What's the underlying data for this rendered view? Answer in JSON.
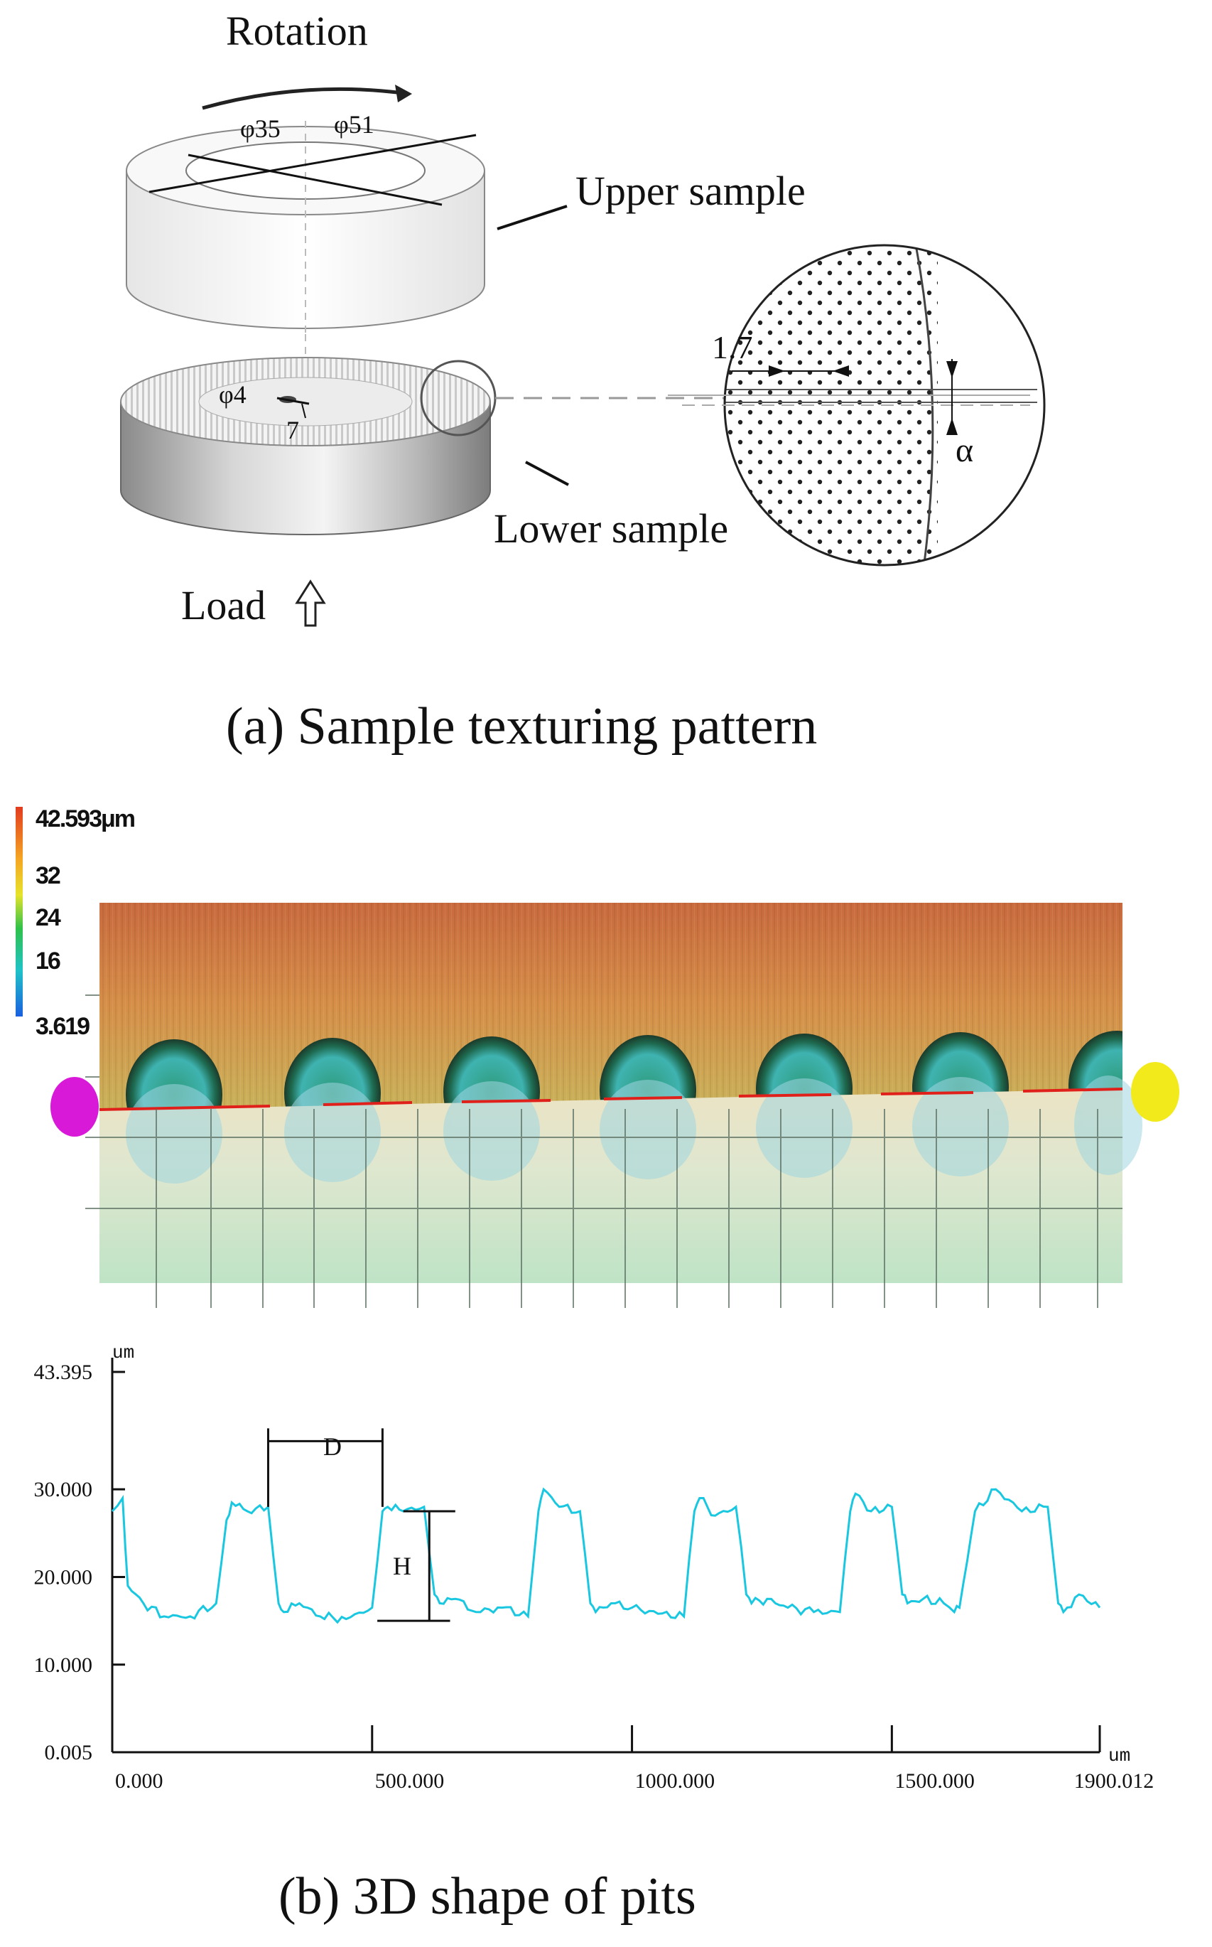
{
  "panel_a": {
    "rotation_label": "Rotation",
    "phi35": "φ35",
    "phi51": "φ51",
    "upper_sample": "Upper sample",
    "lower_sample": "Lower sample",
    "phi4": "φ4",
    "dim7": "7",
    "dim17": "1.7",
    "alpha": "α",
    "load": "Load",
    "load_arrow": "⇧",
    "caption": "(a)  Sample texturing pattern"
  },
  "panel_b": {
    "colorbar": {
      "max": "42.593μm",
      "t32": "32",
      "t24": "24",
      "t16": "16",
      "min": "3.619"
    },
    "profile_unit_y": "um",
    "profile_unit_x": "um",
    "label_D": "D",
    "label_H": "H",
    "caption": "(b)  3D shape of pits"
  },
  "chart_data": {
    "type": "line",
    "title": "",
    "xlabel": "um",
    "ylabel": "um",
    "xlim": [
      0,
      1900.012
    ],
    "ylim": [
      0.005,
      43.395
    ],
    "x_ticks": [
      "0.000",
      "500.000",
      "1000.000",
      "1500.000",
      "1900.012"
    ],
    "y_ticks": [
      "0.005",
      "10.000",
      "20.000",
      "30.000",
      "43.395"
    ],
    "series": [
      {
        "color": "#19c8e0",
        "x": [
          0,
          20,
          30,
          60,
          100,
          150,
          200,
          220,
          230,
          260,
          300,
          320,
          330,
          360,
          400,
          450,
          500,
          520,
          530,
          560,
          600,
          620,
          630,
          660,
          700,
          750,
          800,
          820,
          830,
          860,
          900,
          920,
          930,
          960,
          1000,
          1050,
          1100,
          1120,
          1130,
          1160,
          1200,
          1220,
          1230,
          1260,
          1300,
          1350,
          1400,
          1420,
          1430,
          1460,
          1500,
          1520,
          1530,
          1560,
          1600,
          1620,
          1630,
          1660,
          1700,
          1750,
          1800,
          1820,
          1830,
          1860,
          1900
        ],
        "y": [
          27.5,
          29,
          19,
          17,
          15.5,
          15.5,
          17,
          26.5,
          28.5,
          27.5,
          28,
          17,
          16,
          17,
          15.5,
          15.2,
          16.5,
          27.5,
          28,
          27.5,
          28,
          18,
          17,
          17.5,
          16,
          16.5,
          15.5,
          27.5,
          30,
          28,
          27.5,
          17,
          16,
          17,
          16.5,
          15.8,
          15.5,
          27.5,
          29,
          27,
          28,
          18,
          17,
          17.5,
          16.5,
          16,
          16,
          27.5,
          29.5,
          27.5,
          28,
          18,
          17,
          17.5,
          17,
          16,
          16.5,
          27.5,
          30,
          27.5,
          28,
          17,
          16,
          18,
          16.5
        ]
      }
    ],
    "annotations": [
      "D",
      "H"
    ],
    "grid": false
  }
}
